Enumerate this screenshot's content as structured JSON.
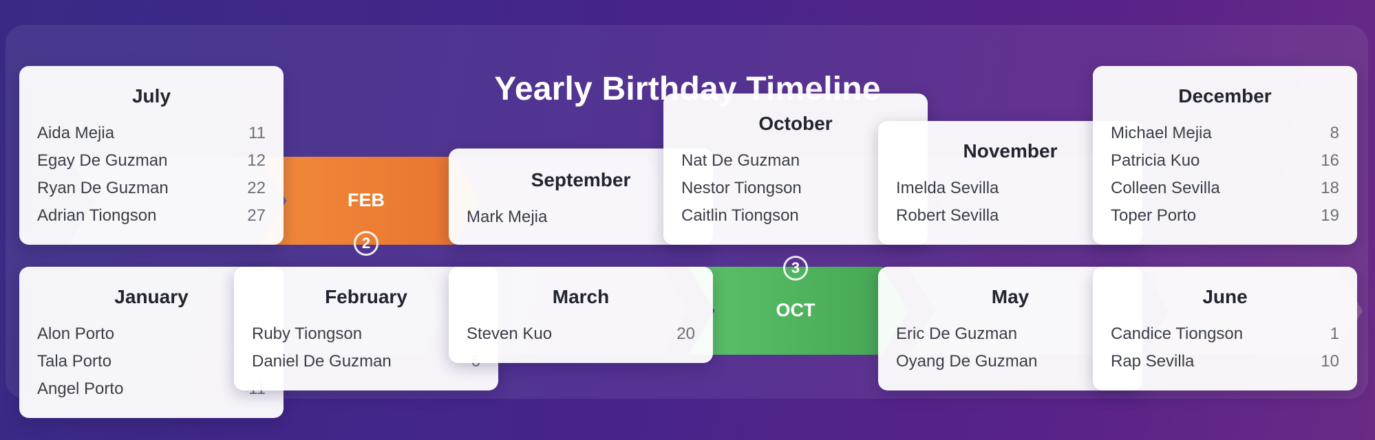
{
  "title": "Yearly Birthday Timeline",
  "colors": {
    "feb": "#ee7f35",
    "oct": "#4fb45a"
  },
  "chevrons": [
    {
      "label": "FEB",
      "num": "2"
    },
    {
      "label": "OCT",
      "num": "3"
    }
  ],
  "months": {
    "july": {
      "name": "July",
      "people": [
        {
          "name": "Aida Mejia",
          "day": "11"
        },
        {
          "name": "Egay De Guzman",
          "day": "12"
        },
        {
          "name": "Ryan De Guzman",
          "day": "22"
        },
        {
          "name": "Adrian Tiongson",
          "day": "27"
        }
      ]
    },
    "september": {
      "name": "September",
      "people": [
        {
          "name": "Mark Mejia",
          "day": ""
        }
      ]
    },
    "october": {
      "name": "October",
      "people": [
        {
          "name": "Nat De Guzman",
          "day": ""
        },
        {
          "name": "Nestor Tiongson",
          "day": ""
        },
        {
          "name": "Caitlin Tiongson",
          "day": ""
        }
      ]
    },
    "november": {
      "name": "November",
      "people": [
        {
          "name": "Imelda Sevilla",
          "day": ""
        },
        {
          "name": "Robert Sevilla",
          "day": ""
        }
      ]
    },
    "december": {
      "name": "December",
      "people": [
        {
          "name": "Michael Mejia",
          "day": "8"
        },
        {
          "name": "Patricia Kuo",
          "day": "16"
        },
        {
          "name": "Colleen Sevilla",
          "day": "18"
        },
        {
          "name": "Toper Porto",
          "day": "19"
        }
      ]
    },
    "january": {
      "name": "January",
      "people": [
        {
          "name": "Alon Porto",
          "day": ""
        },
        {
          "name": "Tala Porto",
          "day": ""
        },
        {
          "name": "Angel Porto",
          "day": "11"
        }
      ]
    },
    "february": {
      "name": "February",
      "people": [
        {
          "name": "Ruby Tiongson",
          "day": ""
        },
        {
          "name": "Daniel De Guzman",
          "day": "6"
        }
      ]
    },
    "march": {
      "name": "March",
      "people": [
        {
          "name": "Steven Kuo",
          "day": "20"
        }
      ]
    },
    "may": {
      "name": "May",
      "people": [
        {
          "name": "Eric De Guzman",
          "day": ""
        },
        {
          "name": "Oyang De Guzman",
          "day": ""
        }
      ]
    },
    "june": {
      "name": "June",
      "people": [
        {
          "name": "Candice Tiongson",
          "day": "1"
        },
        {
          "name": "Rap Sevilla",
          "day": "10"
        }
      ]
    }
  }
}
